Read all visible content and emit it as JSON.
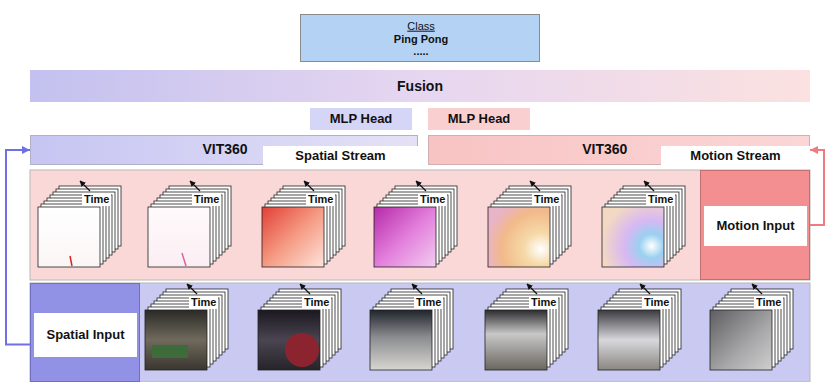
{
  "diagram": {
    "nodes": [
      {
        "text": [
          "Class",
          "Ping Pong",
          "....."
        ]
      },
      {
        "text": [
          "Fusion"
        ]
      },
      {
        "text": [
          "MLP Head"
        ]
      },
      {
        "text": [
          "MLP Head"
        ]
      },
      {
        "text": [
          "VIT360"
        ]
      },
      {
        "text": [
          "Spatial Stream"
        ],
        "in": 4
      },
      {
        "text": [
          "VIT360"
        ]
      },
      {
        "text": [
          "Motion Stream"
        ],
        "in": 6
      },
      {
        "text": [
          "Motion Input"
        ]
      },
      {
        "text": [
          "Spatial Input"
        ]
      }
    ],
    "edges": [
      {
        "from": 9,
        "to": 4,
        "arrow": "to"
      },
      {
        "from": 8,
        "to": 6,
        "arrow": "to"
      }
    ],
    "labels": [
      "Time",
      "Time",
      "Time",
      "Time",
      "Time",
      "Time",
      "Time",
      "Time",
      "Time",
      "Time",
      "Time",
      "Time"
    ]
  }
}
